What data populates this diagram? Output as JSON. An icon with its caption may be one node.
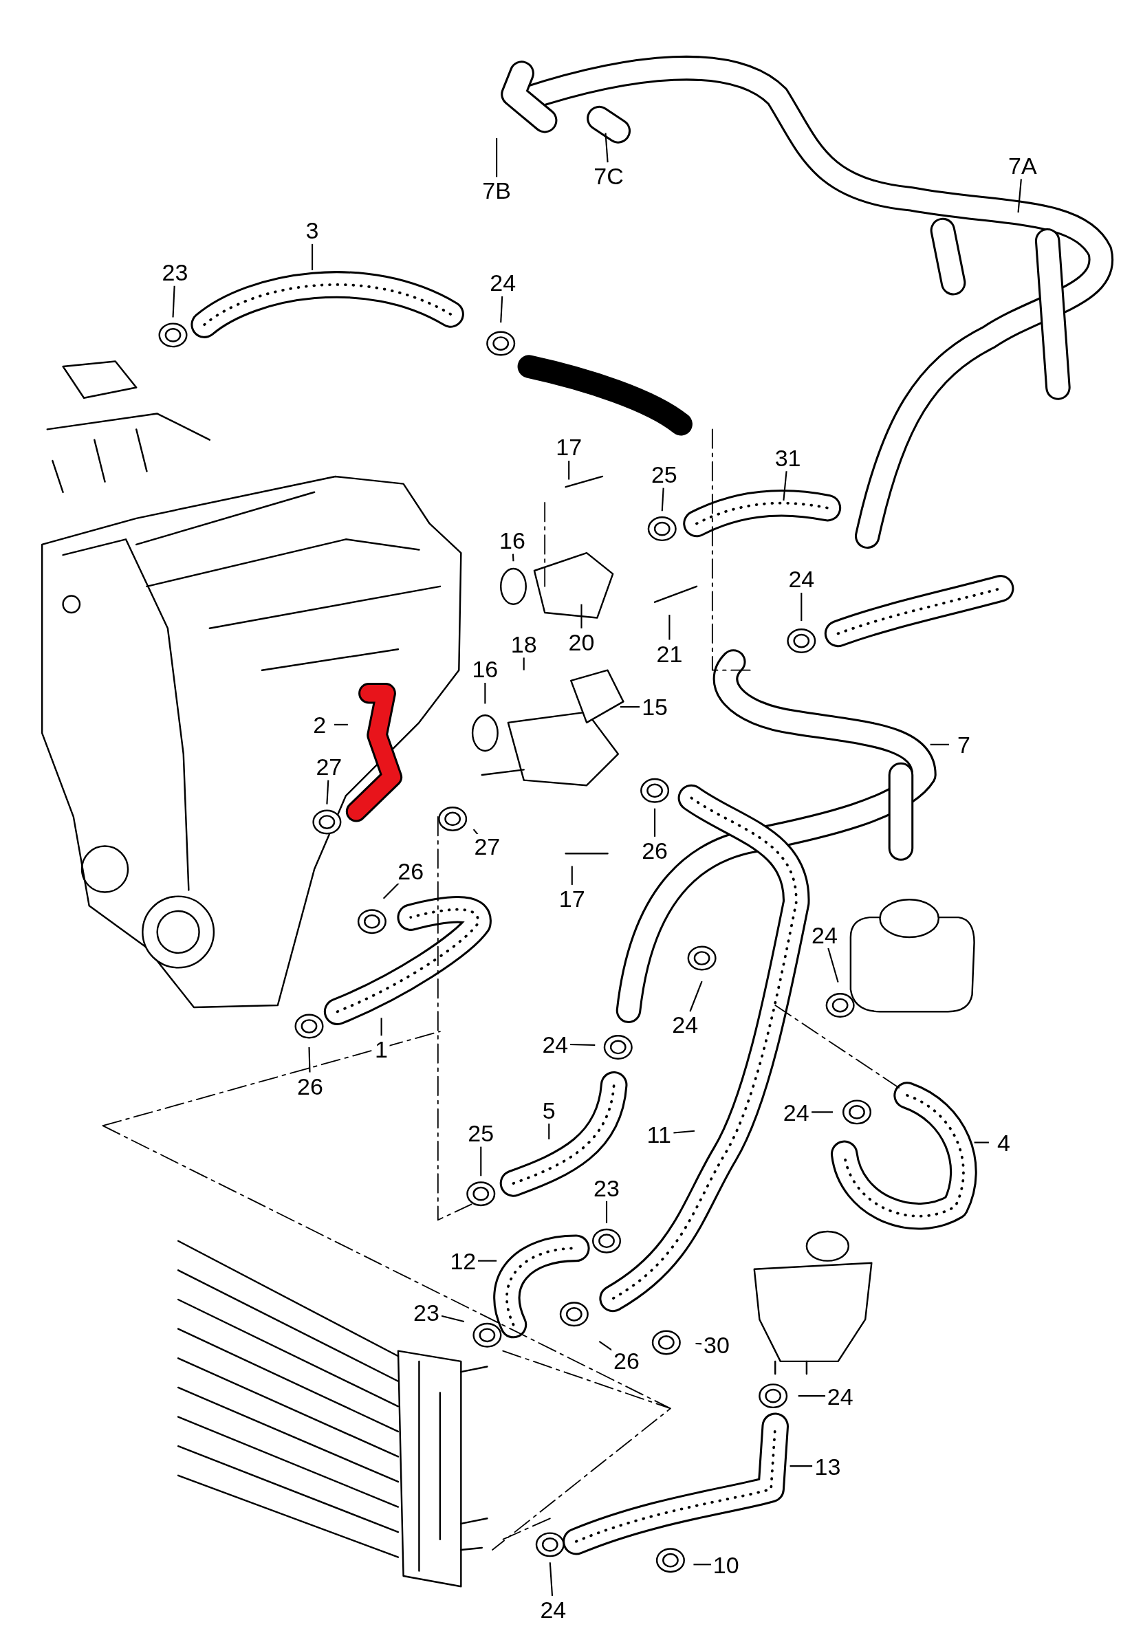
{
  "diagram": {
    "nodes": [
      {
        "text": [
          "7B"
        ]
      },
      {
        "text": [
          "7C"
        ]
      },
      {
        "text": [
          "7A"
        ]
      },
      {
        "text": [
          "3"
        ]
      },
      {
        "text": [
          "23"
        ]
      },
      {
        "text": [
          "24"
        ]
      },
      {
        "text": [
          "17"
        ]
      },
      {
        "text": [
          "25"
        ]
      },
      {
        "text": [
          "31"
        ]
      },
      {
        "text": [
          "16"
        ]
      },
      {
        "text": [
          "24"
        ]
      },
      {
        "text": [
          "20"
        ]
      },
      {
        "text": [
          "21"
        ]
      },
      {
        "text": [
          "18"
        ]
      },
      {
        "text": [
          "16"
        ]
      },
      {
        "text": [
          "15"
        ]
      },
      {
        "text": [
          "2"
        ]
      },
      {
        "text": [
          "7"
        ]
      },
      {
        "text": [
          "27"
        ]
      },
      {
        "text": [
          "27"
        ]
      },
      {
        "text": [
          "26"
        ]
      },
      {
        "text": [
          "26"
        ]
      },
      {
        "text": [
          "17"
        ]
      },
      {
        "text": [
          "24"
        ]
      },
      {
        "text": [
          "24"
        ]
      },
      {
        "text": [
          "1"
        ]
      },
      {
        "text": [
          "24"
        ]
      },
      {
        "text": [
          "26"
        ]
      },
      {
        "text": [
          "5"
        ]
      },
      {
        "text": [
          "24"
        ]
      },
      {
        "text": [
          "25"
        ]
      },
      {
        "text": [
          "11"
        ]
      },
      {
        "text": [
          "4"
        ]
      },
      {
        "text": [
          "23"
        ]
      },
      {
        "text": [
          "12"
        ]
      },
      {
        "text": [
          "23"
        ]
      },
      {
        "text": [
          "30"
        ]
      },
      {
        "text": [
          "26"
        ]
      },
      {
        "text": [
          "24"
        ]
      },
      {
        "text": [
          "13"
        ]
      },
      {
        "text": [
          "10"
        ]
      },
      {
        "text": [
          "24"
        ]
      }
    ],
    "edges": [
      {
        "from": 0,
        "to": null,
        "arrow": "none"
      },
      {
        "from": 1,
        "to": null,
        "arrow": "none"
      },
      {
        "from": 2,
        "to": null,
        "arrow": "none"
      },
      {
        "from": 3,
        "to": null,
        "arrow": "none"
      },
      {
        "from": 4,
        "to": null,
        "arrow": "none"
      },
      {
        "from": 5,
        "to": null,
        "arrow": "none"
      },
      {
        "from": 6,
        "to": null,
        "arrow": "none"
      },
      {
        "from": 7,
        "to": null,
        "arrow": "none"
      },
      {
        "from": 8,
        "to": null,
        "arrow": "none"
      },
      {
        "from": 9,
        "to": null,
        "arrow": "none"
      },
      {
        "from": 10,
        "to": null,
        "arrow": "none"
      },
      {
        "from": 11,
        "to": null,
        "arrow": "none"
      },
      {
        "from": 12,
        "to": null,
        "arrow": "none"
      },
      {
        "from": 13,
        "to": null,
        "arrow": "none"
      },
      {
        "from": 14,
        "to": null,
        "arrow": "none"
      },
      {
        "from": 15,
        "to": null,
        "arrow": "none"
      },
      {
        "from": 16,
        "to": null,
        "arrow": "none"
      },
      {
        "from": 17,
        "to": null,
        "arrow": "none"
      },
      {
        "from": 18,
        "to": null,
        "arrow": "none"
      },
      {
        "from": 19,
        "to": null,
        "arrow": "none"
      },
      {
        "from": 20,
        "to": null,
        "arrow": "none"
      },
      {
        "from": 21,
        "to": null,
        "arrow": "none"
      },
      {
        "from": 22,
        "to": null,
        "arrow": "none"
      },
      {
        "from": 23,
        "to": null,
        "arrow": "none"
      },
      {
        "from": 24,
        "to": null,
        "arrow": "none"
      },
      {
        "from": 25,
        "to": null,
        "arrow": "none"
      },
      {
        "from": 26,
        "to": null,
        "arrow": "none"
      },
      {
        "from": 27,
        "to": null,
        "arrow": "none"
      },
      {
        "from": 28,
        "to": null,
        "arrow": "none"
      },
      {
        "from": 29,
        "to": null,
        "arrow": "none"
      },
      {
        "from": 30,
        "to": null,
        "arrow": "none"
      },
      {
        "from": 31,
        "to": null,
        "arrow": "none"
      },
      {
        "from": 32,
        "to": null,
        "arrow": "none"
      },
      {
        "from": 33,
        "to": null,
        "arrow": "none"
      },
      {
        "from": 34,
        "to": null,
        "arrow": "none"
      },
      {
        "from": 35,
        "to": null,
        "arrow": "none"
      },
      {
        "from": 36,
        "to": null,
        "arrow": "none"
      },
      {
        "from": 37,
        "to": null,
        "arrow": "none"
      },
      {
        "from": 38,
        "to": null,
        "arrow": "none"
      },
      {
        "from": 39,
        "to": null,
        "arrow": "none"
      },
      {
        "from": 40,
        "to": null,
        "arrow": "none"
      },
      {
        "from": 41,
        "to": null,
        "arrow": "none"
      }
    ]
  }
}
